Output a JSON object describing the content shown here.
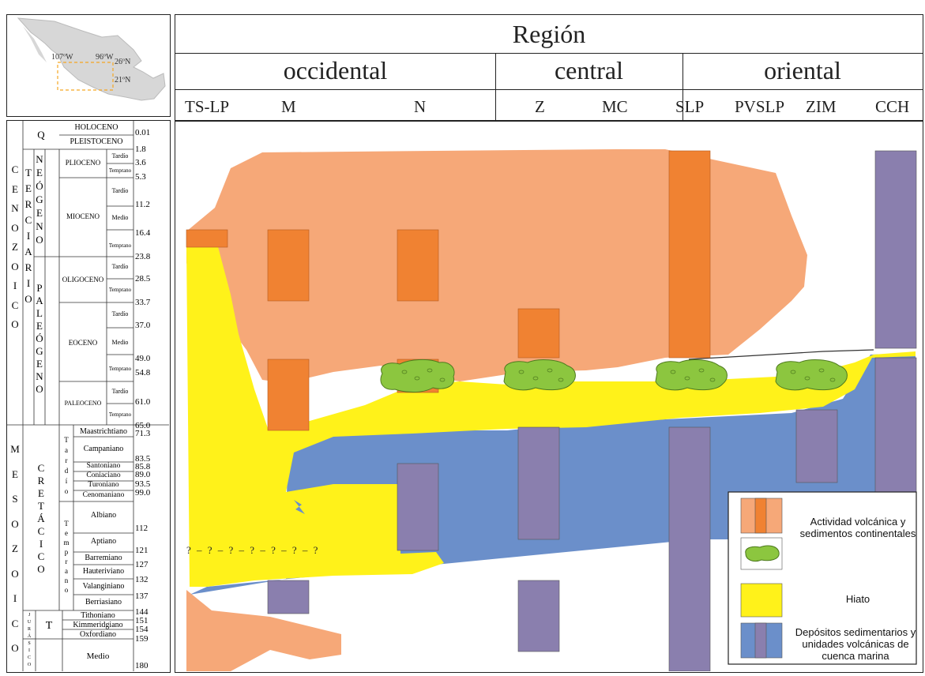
{
  "map": {
    "lon_left": "107ºW",
    "lon_right": "96ºW",
    "lat_top": "26ºN",
    "lat_bottom": "21ºN"
  },
  "header": {
    "title": "Región",
    "regions": [
      "occidental",
      "central",
      "oriental"
    ],
    "columns": [
      "TS-LP",
      "M",
      "N",
      "Z",
      "MC",
      "SLP",
      "PVSLP",
      "ZIM",
      "CCH"
    ]
  },
  "timescale": {
    "eras": [
      "M E S O Z O I C O",
      "C E N O Z O I C O"
    ],
    "era_cenozoic": [
      "C",
      "E",
      "N",
      "O",
      "Z",
      "O",
      "I",
      "C",
      "O"
    ],
    "era_mesozoic": [
      "M",
      "E",
      "S",
      "O",
      "Z",
      "O",
      "I",
      "C",
      "O"
    ],
    "quaternary": "Q",
    "terciario": [
      "T",
      "E",
      "R",
      "C",
      "I",
      "A",
      "R",
      "I",
      "O"
    ],
    "neogeno": [
      "N",
      "E",
      "Ó",
      "G",
      "E",
      "N",
      "O"
    ],
    "paleogeno": [
      "P",
      "A",
      "L",
      "E",
      "Ó",
      "G",
      "E",
      "N",
      "O"
    ],
    "cretacico": [
      "C",
      "R",
      "E",
      "T",
      "Á",
      "C",
      "I",
      "C",
      "O"
    ],
    "tardio": [
      "T",
      "a",
      "r",
      "d",
      "í",
      "o"
    ],
    "temprano": [
      "T",
      "e",
      "m",
      "p",
      "r",
      "a",
      "n",
      "o"
    ],
    "jurasico": [
      "J",
      "U",
      "R",
      "Á",
      "S",
      "I",
      "C",
      "O"
    ],
    "jurasico_T": "T",
    "epochs": {
      "holoceno": "HOLOCENO",
      "pleistoceno": "PLEISTOCENO",
      "plioceno": "PLIOCENO",
      "mioceno": "MIOCENO",
      "oligoceno": "OLIGOCENO",
      "eoceno": "EOCENO",
      "paleoceno": "PALEOCENO"
    },
    "sub": {
      "tardio": "Tardío",
      "medio": "Medio",
      "temprano": "Temprano"
    },
    "stages": [
      "Maastrichtiano",
      "Campaniano",
      "Santoniano",
      "Coniaciano",
      "Turoniano",
      "Cenomaniano",
      "Albiano",
      "Aptiano",
      "Barremiano",
      "Hauteriviano",
      "Valanginiano",
      "Berriasiano",
      "Tithoniano",
      "Kimmeridgiano",
      "Oxfordiano",
      "Medio"
    ],
    "ages": [
      "0.01",
      "1.8",
      "3.6",
      "5.3",
      "11.2",
      "16.4",
      "23.8",
      "28.5",
      "33.7",
      "37.0",
      "49.0",
      "54.8",
      "61.0",
      "65.0",
      "71.3",
      "83.5",
      "85.8",
      "89.0",
      "93.5",
      "99.0",
      "112",
      "121",
      "127",
      "132",
      "137",
      "144",
      "151",
      "154",
      "159",
      "180"
    ]
  },
  "legend": {
    "volcanic": "Actividad volcánica y sedimentos continentales",
    "hiato": "Hiato",
    "marine": "Depósitos sedimentarios y unidades volcánicas de cuenca marina"
  },
  "question_marks": "? – ? – ? – ? – ? – ? – ?",
  "colors": {
    "volcanic_light": "#f6a878",
    "volcanic_dark": "#f08232",
    "hiato": "#fff21a",
    "marine": "#6b8fca",
    "marine_column": "#8a7fae",
    "conglomerate": "#8cc63f"
  }
}
